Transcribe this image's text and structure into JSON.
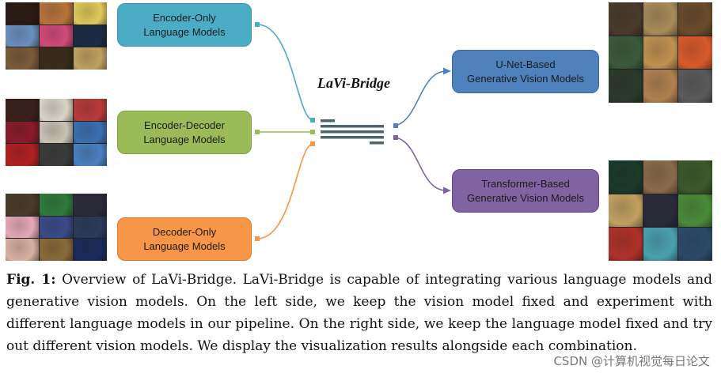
{
  "figure": {
    "title": "LaVi-Bridge",
    "language_models": [
      {
        "line1": "Encoder-Only",
        "line2": "Language Models",
        "color": "#4bacc6"
      },
      {
        "line1": "Encoder-Decoder",
        "line2": "Language Models",
        "color": "#9bbb59"
      },
      {
        "line1": "Decoder-Only",
        "line2": "Language Models",
        "color": "#f79646"
      }
    ],
    "vision_models": [
      {
        "line1": "U-Net-Based",
        "line2": "Generative Vision Models",
        "color": "#4f81bd"
      },
      {
        "line1": "Transformer-Based",
        "line2": "Generative Vision Models",
        "color": "#8064a2"
      }
    ],
    "thumbnail_palettes": [
      [
        "#2b1a12",
        "#b8733a",
        "#e0c85a",
        "#6a8fc0",
        "#d14a7a",
        "#1c2a44",
        "#7a5a3a",
        "#3a2a1a",
        "#c0a060"
      ],
      [
        "#3a1f1a",
        "#d9d4c6",
        "#b83a3a",
        "#8a1a2a",
        "#c9c2b4",
        "#3a6fb0",
        "#b02020",
        "#3a3a3a",
        "#4a7fc0"
      ],
      [
        "#4a3a2a",
        "#2f7a3a",
        "#2a2a3a",
        "#e5a8b8",
        "#3a4a8a",
        "#2a3a5a",
        "#d9b0a0",
        "#8a6a3a",
        "#1a2a5a"
      ],
      [
        "#4a3a2a",
        "#a88a5a",
        "#6a4a2a",
        "#3a5a3a",
        "#c09050",
        "#d95a2a",
        "#2a3a2a",
        "#b08050",
        "#5a5a5a"
      ],
      [
        "#1a3a2a",
        "#8a6a4a",
        "#3a5a2a",
        "#c0a060",
        "#2a2a3a",
        "#4a8a3a",
        "#b0302a",
        "#4aa0b0",
        "#2a4a6a"
      ]
    ]
  },
  "caption": {
    "label": "Fig. 1:",
    "text": "Overview of LaVi-Bridge. LaVi-Bridge is capable of integrating various language models and generative vision models. On the left side, we keep the vision model fixed and experiment with different language models in our pipeline. On the right side, we keep the language model fixed and try out different vision models. We display the visualization results alongside each combination."
  },
  "watermark": "CSDN @计算机视觉每日论文"
}
